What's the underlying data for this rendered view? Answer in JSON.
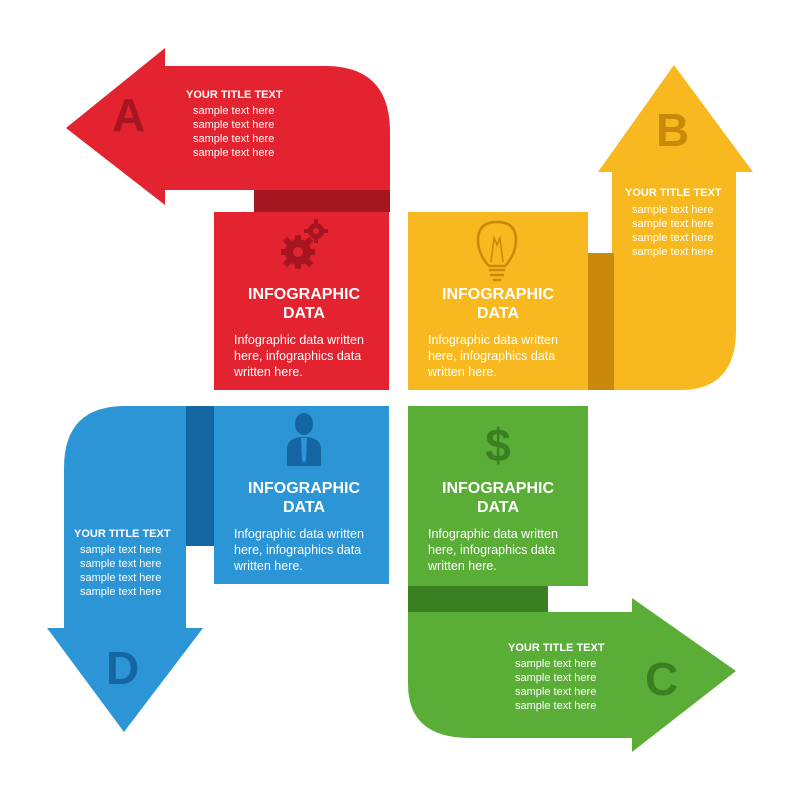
{
  "colors": {
    "red": "#e3232f",
    "red_dark": "#a51620",
    "yellow": "#f7b91f",
    "yellow_dark": "#c98a0c",
    "blue": "#2b95d6",
    "blue_dark": "#1565a3",
    "green": "#5aae38",
    "green_dark": "#3a7f21"
  },
  "arrows": {
    "a": {
      "letter": "A",
      "title": "YOUR TITLE TEXT",
      "lines": [
        "sample text here",
        "sample text here",
        "sample text here",
        "sample text here"
      ]
    },
    "b": {
      "letter": "B",
      "title": "YOUR TITLE TEXT",
      "lines": [
        "sample text here",
        "sample text here",
        "sample text here",
        "sample text here"
      ]
    },
    "c": {
      "letter": "C",
      "title": "YOUR TITLE TEXT",
      "lines": [
        "sample text here",
        "sample text here",
        "sample text here",
        "sample text here"
      ]
    },
    "d": {
      "letter": "D",
      "title": "YOUR TITLE TEXT",
      "lines": [
        "sample text here",
        "sample text here",
        "sample text here",
        "sample text here"
      ]
    }
  },
  "boxes": {
    "red": {
      "icon": "gears-icon",
      "heading_line1": "INFOGRAPHIC",
      "heading_line2": "DATA",
      "body_line1": "Infographic data written",
      "body_line2": "here, infographics data",
      "body_line3": "written here."
    },
    "yellow": {
      "icon": "lightbulb-icon",
      "heading_line1": "INFOGRAPHIC",
      "heading_line2": "DATA",
      "body_line1": "Infographic data written",
      "body_line2": "here, infographics data",
      "body_line3": "written here."
    },
    "blue": {
      "icon": "person-icon",
      "heading_line1": "INFOGRAPHIC",
      "heading_line2": "DATA",
      "body_line1": "Infographic data written",
      "body_line2": "here, infographics data",
      "body_line3": "written here."
    },
    "green": {
      "icon": "dollar-icon",
      "heading_line1": "INFOGRAPHIC",
      "heading_line2": "DATA",
      "body_line1": "Infographic data written",
      "body_line2": "here, infographics data",
      "body_line3": "written here."
    }
  }
}
